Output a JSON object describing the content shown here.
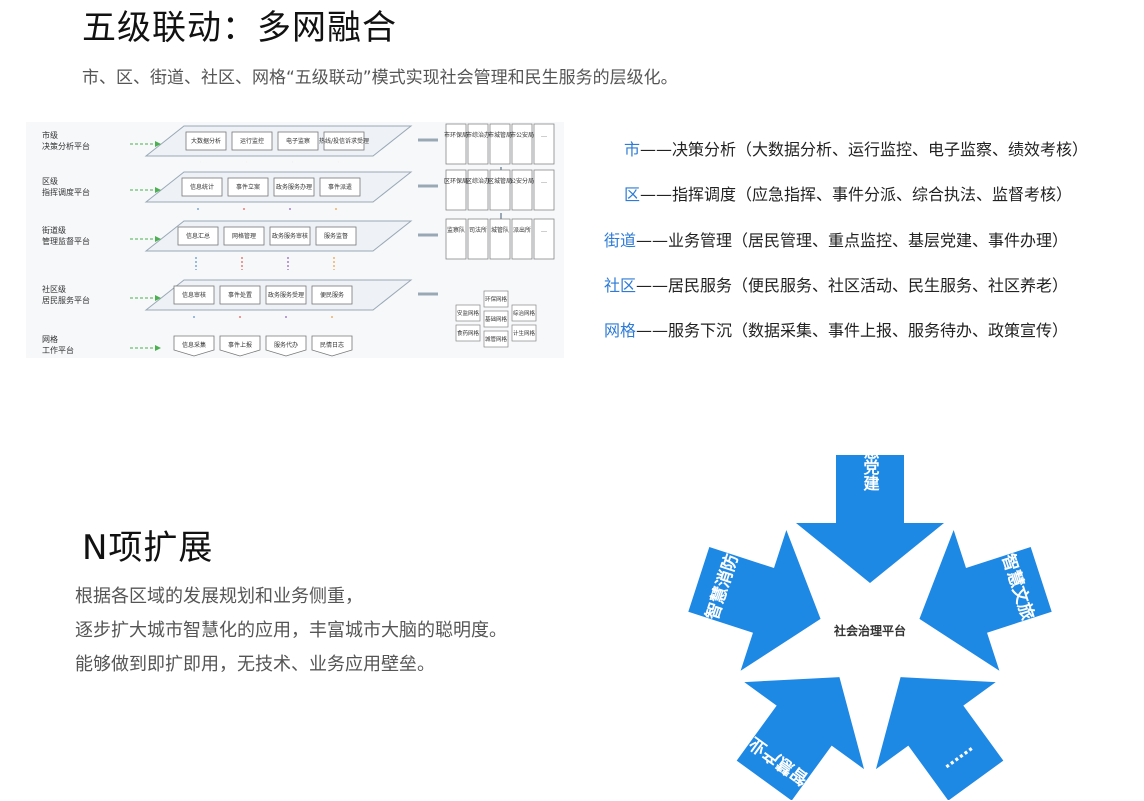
{
  "section1": {
    "title": "五级联动：多网融合",
    "subtitle": "市、区、街道、社区、网格“五级联动”模式实现社会管理和民生服务的层级化。"
  },
  "diagram": {
    "levels": [
      {
        "line1": "市级",
        "line2": "决策分析平台",
        "boxes": [
          "大数据分析",
          "运行监控",
          "电子监察",
          "热线/投信诉求受理"
        ]
      },
      {
        "line1": "区级",
        "line2": "指挥调度平台",
        "boxes": [
          "信息统计",
          "事件立案",
          "政务服务办理",
          "事件派遣"
        ]
      },
      {
        "line1": "街道级",
        "line2": "管理监督平台",
        "boxes": [
          "信息汇总",
          "网格管理",
          "政务服务审核",
          "服务监督"
        ]
      },
      {
        "line1": "社区级",
        "line2": "居民服务平台",
        "boxes": [
          "信息审核",
          "事件处置",
          "政务服务受理",
          "便民服务"
        ]
      },
      {
        "line1": "网格",
        "line2": "工作平台",
        "boxes": [
          "信息采集",
          "事件上报",
          "服务代办",
          "民情日志"
        ]
      }
    ],
    "dept_rows": [
      [
        "市环保局",
        "市综治办",
        "市城管局",
        "市公安局",
        "…"
      ],
      [
        "区环保局",
        "区综治办",
        "区城管局",
        "公安分局",
        "…"
      ],
      [
        "监察队",
        "司法所",
        "城管队",
        "派出所",
        "…"
      ]
    ],
    "grid_cells": [
      "安监网格",
      "环保网格",
      "综治网格",
      "食药网格",
      "基础网格",
      "计生网格",
      "城管网格"
    ]
  },
  "levels_text": [
    {
      "key": "市",
      "desc": "——决策分析（大数据分析、运行监控、电子监察、绩效考核）"
    },
    {
      "key": "区",
      "desc": "——指挥调度（应急指挥、事件分派、综合执法、监督考核）"
    },
    {
      "key": "街道",
      "desc": "——业务管理（居民管理、重点监控、基层党建、事件办理）"
    },
    {
      "key": "社区",
      "desc": "——居民服务（便民服务、社区活动、民生服务、社区养老）"
    },
    {
      "key": "网格",
      "desc": "——服务下沉（数据采集、事件上报、服务待办、政策宣传）"
    }
  ],
  "section2": {
    "title": "N项扩展",
    "lines": [
      "根据各区域的发展规划和业务侧重，",
      "逐步扩大城市智慧化的应用，丰富城市大脑的聪明度。",
      "能够做到即扩即用，无技术、业务应用壁垒。"
    ]
  },
  "star": {
    "center": "社会治理平台",
    "arrows": [
      "智慧党建",
      "智慧文旅",
      "……",
      "智慧产业",
      "智慧消防"
    ],
    "color": "#1e88e5"
  }
}
